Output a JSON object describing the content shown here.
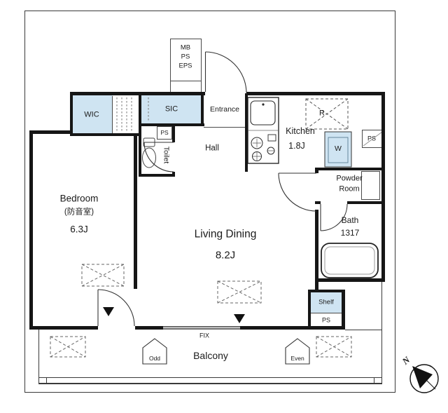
{
  "plan": {
    "rooms": {
      "wic": {
        "label": "WIC"
      },
      "sic": {
        "label": "SIC"
      },
      "entrance": {
        "label": "Entrance"
      },
      "hall": {
        "label": "Hall"
      },
      "toilet": {
        "label": "Toilet"
      },
      "kitchen": {
        "label": "Kitchen",
        "size": "1.8J"
      },
      "bedroom": {
        "label": "Bedroom",
        "note": "(防音室)",
        "size": "6.3J"
      },
      "living_dining": {
        "label": "Living Dining",
        "size": "8.2J"
      },
      "powder_room": {
        "line1": "Powder",
        "line2": "Room"
      },
      "bath": {
        "label": "Bath",
        "size": "1317"
      },
      "balcony": {
        "label": "Balcony"
      },
      "shelf": {
        "label": "Shelf"
      }
    },
    "utilities": {
      "mb": "MB",
      "ps": "PS",
      "eps": "EPS",
      "ps_toilet": "PS",
      "ps_kitchen": "PS",
      "ps_shelf": "PS",
      "refrigerator_space": "R",
      "washer": "W"
    },
    "windows": {
      "fix": "FIX"
    },
    "markers": {
      "odd": "Odd",
      "even": "Even",
      "north": "N"
    },
    "colors": {
      "storage_fill": "#cfe4f2",
      "wall": "#161616",
      "outline": "#3a3a3a"
    }
  }
}
